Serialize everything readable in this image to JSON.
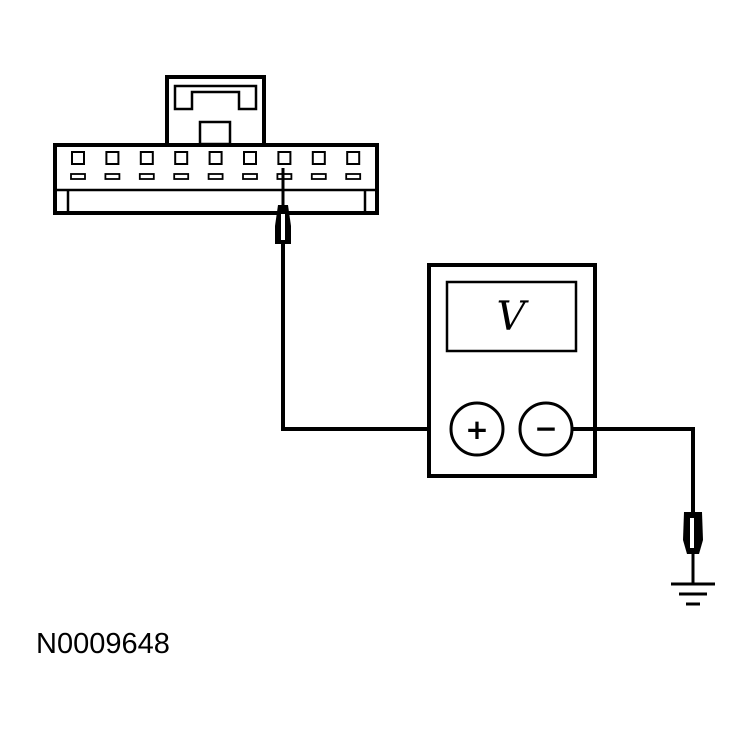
{
  "diagram": {
    "connector": {
      "pin_count": 9,
      "probed_pin_index": 6
    },
    "voltmeter": {
      "display_label": "V",
      "positive_terminal": "+",
      "negative_terminal": "−"
    },
    "ground_symbol": "ground",
    "figure_id": "N0009648",
    "colors": {
      "line": "#000000",
      "background": "#ffffff"
    }
  }
}
